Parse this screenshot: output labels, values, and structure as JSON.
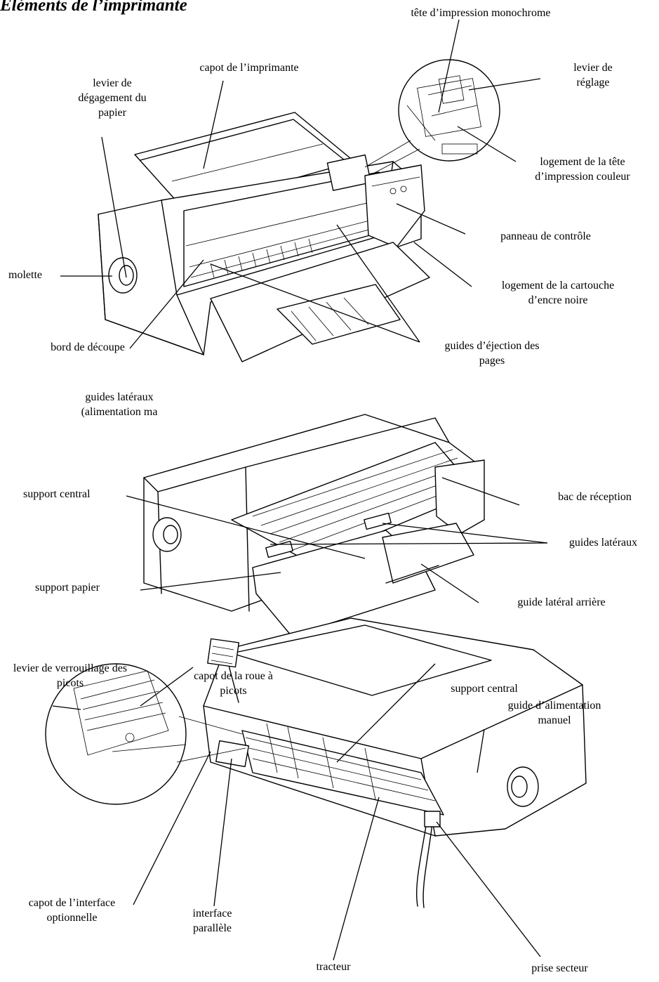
{
  "title": "Eléments de l’imprimante",
  "colors": {
    "ink": "#000000",
    "background": "#ffffff"
  },
  "labels": {
    "tete_mono": "tête d’impression monochrome",
    "capot_imprimante": "capot de l’imprimante",
    "levier_degagement": "levier de\ndégagement du\npapier",
    "levier_reglage": "levier de\nréglage",
    "logement_tete_couleur": "logement de la tête\nd’impression couleur",
    "panneau_controle": "panneau de contrôle",
    "molette": "molette",
    "logement_cartouche": "logement de la cartouche\nd’encre noire",
    "bord_decoupe": "bord de découpe",
    "guides_ejection": "guides d’éjection des\npages",
    "guides_lateraux_manuel": "guides latéraux\n(alimentation ma",
    "support_central_1": "support central",
    "bac_reception": "bac de réception",
    "guides_lateraux": "guides latéraux",
    "support_papier": "support papier",
    "guide_lateral_arriere": "guide latéral arrière",
    "levier_verrouillage": "levier de verrouillage des\npicots",
    "capot_roue": "capot de la roue à\npicots",
    "support_central_2": "support central",
    "guide_alimentation": "guide d’alimentation\nmanuel",
    "capot_interface": "capot de l’interface\noptionnelle",
    "interface_parallele": "interface\nparallèle",
    "tracteur": "tracteur",
    "prise_secteur": "prise secteur"
  }
}
